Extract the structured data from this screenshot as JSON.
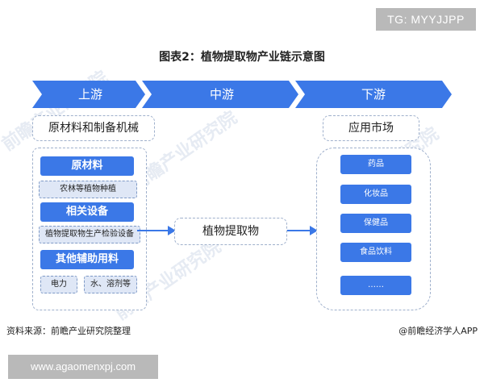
{
  "watermark_tag": "TG: MYYJJPP",
  "title": "图表2：植物提取物产业链示意图",
  "stages": {
    "upstream": "上游",
    "midstream": "中游",
    "downstream": "下游"
  },
  "upstream": {
    "header": "原材料和制备机械",
    "groups": [
      {
        "label": "原材料",
        "items": [
          "农林等植物种植"
        ]
      },
      {
        "label": "相关设备",
        "items": [
          "植物提取物生产检验设备"
        ]
      },
      {
        "label": "其他辅助用料",
        "items": [
          "电力",
          "水、溶剂等"
        ]
      }
    ]
  },
  "midstream": {
    "label": "植物提取物"
  },
  "downstream": {
    "header": "应用市场",
    "items": [
      "药品",
      "化妆品",
      "保健品",
      "食品饮料",
      "……"
    ]
  },
  "footer": {
    "source": "资料来源：前瞻产业研究院整理",
    "credit": "@前瞻经济学人APP"
  },
  "url_tag": "www.agaomenxpj.com",
  "colors": {
    "accent": "#3b78e7",
    "arrow": "#3b78e7",
    "sub_bg": "#dfe7f6"
  }
}
